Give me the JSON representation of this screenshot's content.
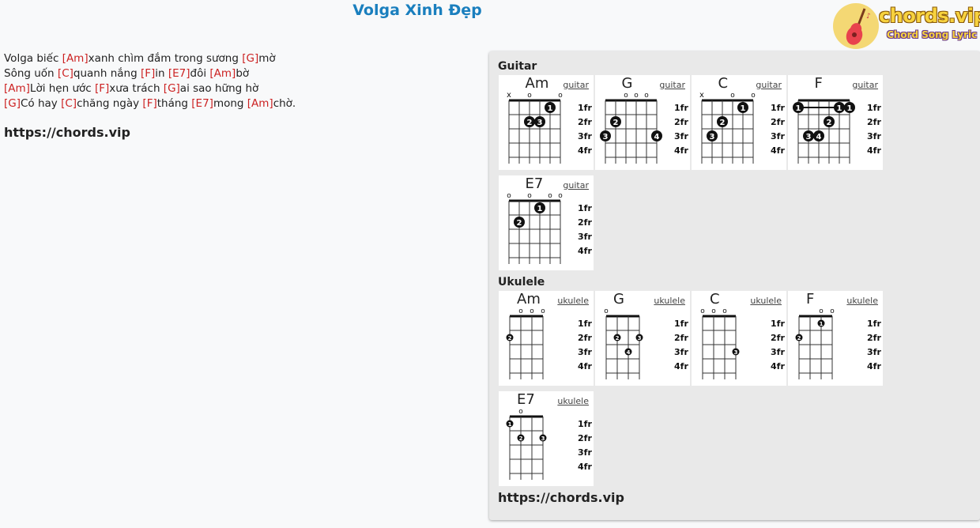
{
  "song": {
    "title": "Volga Xinh Đẹp"
  },
  "logo": {
    "text": "chords.vip",
    "subtitle": "Chord Song Lyric",
    "icon": "guitar-icon"
  },
  "lyrics": [
    [
      {
        "t": "Volga biếc "
      },
      {
        "c": "[Am]"
      },
      {
        "t": "xanh chìm đắm trong sương "
      },
      {
        "c": "[G]"
      },
      {
        "t": "mờ"
      }
    ],
    [
      {
        "t": "Sông uốn "
      },
      {
        "c": "[C]"
      },
      {
        "t": "quanh nắng "
      },
      {
        "c": "[F]"
      },
      {
        "t": "in "
      },
      {
        "c": "[E7]"
      },
      {
        "t": "đôi "
      },
      {
        "c": "[Am]"
      },
      {
        "t": "bờ"
      }
    ],
    [
      {
        "c": "[Am]"
      },
      {
        "t": "Lời hẹn ước "
      },
      {
        "c": "[F]"
      },
      {
        "t": "xưa trách "
      },
      {
        "c": "[G]"
      },
      {
        "t": "ai sao hững hờ"
      }
    ],
    [
      {
        "c": "[G]"
      },
      {
        "t": "Có hay "
      },
      {
        "c": "[C]"
      },
      {
        "t": "chăng ngày "
      },
      {
        "c": "[F]"
      },
      {
        "t": "tháng "
      },
      {
        "c": "[E7]"
      },
      {
        "t": "mong "
      },
      {
        "c": "[Am]"
      },
      {
        "t": "chờ."
      }
    ]
  ],
  "site_url": "https://chords.vip",
  "colors": {
    "title": "#1a7fbe",
    "chord": "#cc2222"
  },
  "panel": {
    "guitar_label": "Guitar",
    "ukulele_label": "Ukulele",
    "footer_url": "https://chords.vip",
    "fret_labels": [
      "1fr",
      "2fr",
      "3fr",
      "4fr"
    ],
    "guitar_chords": [
      {
        "name": "Am",
        "link": "guitar",
        "open": [
          "x",
          "",
          "o",
          "",
          "",
          "o"
        ],
        "dots": [
          {
            "s": 4,
            "f": 1,
            "n": "1"
          },
          {
            "s": 2,
            "f": 2,
            "n": "2"
          },
          {
            "s": 3,
            "f": 2,
            "n": "3"
          }
        ],
        "barre": null
      },
      {
        "name": "G",
        "link": "guitar",
        "open": [
          "",
          "",
          "o",
          "o",
          "o",
          ""
        ],
        "dots": [
          {
            "s": 1,
            "f": 2,
            "n": "2"
          },
          {
            "s": 0,
            "f": 3,
            "n": "3"
          },
          {
            "s": 5,
            "f": 3,
            "n": "4"
          }
        ],
        "barre": null
      },
      {
        "name": "C",
        "link": "guitar",
        "open": [
          "x",
          "",
          "",
          "o",
          "",
          "o"
        ],
        "dots": [
          {
            "s": 4,
            "f": 1,
            "n": "1"
          },
          {
            "s": 2,
            "f": 2,
            "n": "2"
          },
          {
            "s": 1,
            "f": 3,
            "n": "3"
          }
        ],
        "barre": null
      },
      {
        "name": "F",
        "link": "guitar",
        "open": [
          "",
          "",
          "",
          "",
          "",
          ""
        ],
        "dots": [
          {
            "s": 0,
            "f": 1,
            "n": "1"
          },
          {
            "s": 4,
            "f": 1,
            "n": "1"
          },
          {
            "s": 5,
            "f": 1,
            "n": "1"
          },
          {
            "s": 3,
            "f": 2,
            "n": "2"
          },
          {
            "s": 1,
            "f": 3,
            "n": "3"
          },
          {
            "s": 2,
            "f": 3,
            "n": "4"
          }
        ],
        "barre": 1
      },
      {
        "name": "E7",
        "link": "guitar",
        "open": [
          "o",
          "",
          "o",
          "",
          "o",
          "o"
        ],
        "dots": [
          {
            "s": 3,
            "f": 1,
            "n": "1"
          },
          {
            "s": 1,
            "f": 2,
            "n": "2"
          }
        ],
        "barre": null
      }
    ],
    "ukulele_chords": [
      {
        "name": "Am",
        "link": "ukulele",
        "open": [
          "",
          "o",
          "o",
          "o"
        ],
        "dots": [
          {
            "s": 0,
            "f": 2,
            "n": "2"
          }
        ]
      },
      {
        "name": "G",
        "link": "ukulele",
        "open": [
          "o",
          "",
          "",
          ""
        ],
        "dots": [
          {
            "s": 1,
            "f": 2,
            "n": "2"
          },
          {
            "s": 3,
            "f": 2,
            "n": "3"
          },
          {
            "s": 2,
            "f": 3,
            "n": "4"
          }
        ]
      },
      {
        "name": "C",
        "link": "ukulele",
        "open": [
          "o",
          "o",
          "o",
          ""
        ],
        "dots": [
          {
            "s": 3,
            "f": 3,
            "n": "3"
          }
        ]
      },
      {
        "name": "F",
        "link": "ukulele",
        "open": [
          "",
          "",
          "o",
          "o"
        ],
        "dots": [
          {
            "s": 2,
            "f": 1,
            "n": "1"
          },
          {
            "s": 0,
            "f": 2,
            "n": "2"
          }
        ]
      },
      {
        "name": "E7",
        "link": "ukulele",
        "open": [
          "",
          "o",
          "",
          ""
        ],
        "dots": [
          {
            "s": 0,
            "f": 1,
            "n": "1"
          },
          {
            "s": 1,
            "f": 2,
            "n": "2"
          },
          {
            "s": 3,
            "f": 2,
            "n": "3"
          }
        ]
      }
    ]
  }
}
